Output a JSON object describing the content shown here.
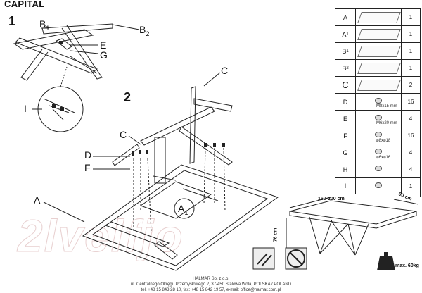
{
  "header": {
    "title": "CAPITAL"
  },
  "steps": {
    "step1": "1",
    "step2": "2"
  },
  "labels": {
    "b1": "B",
    "b1_sub": "1",
    "b2": "B",
    "b2_sub": "2",
    "e": "E",
    "g": "G",
    "i": "I",
    "c_top": "C",
    "c_mid": "C",
    "d": "D",
    "f": "F",
    "a": "A",
    "a1": "A",
    "a1_sub": "1"
  },
  "parts": [
    {
      "letter": "A",
      "sub": "",
      "qty": "1",
      "spec": ""
    },
    {
      "letter": "A",
      "sub": "1",
      "qty": "1",
      "spec": ""
    },
    {
      "letter": "B",
      "sub": "1",
      "qty": "1",
      "spec": ""
    },
    {
      "letter": "B",
      "sub": "2",
      "qty": "1",
      "spec": ""
    },
    {
      "letter": "C",
      "sub": "",
      "qty": "2",
      "spec": ""
    },
    {
      "letter": "D",
      "sub": "",
      "qty": "16",
      "spec": "M8x15 mm"
    },
    {
      "letter": "E",
      "sub": "",
      "qty": "4",
      "spec": "M6x20 mm"
    },
    {
      "letter": "F",
      "sub": "",
      "qty": "16",
      "spec": "⌀8x⌀18"
    },
    {
      "letter": "G",
      "sub": "",
      "qty": "4",
      "spec": "⌀6x⌀16"
    },
    {
      "letter": "H",
      "sub": "",
      "qty": "4",
      "spec": ""
    },
    {
      "letter": "I",
      "sub": "",
      "qty": "1",
      "spec": ""
    }
  ],
  "dimensions": {
    "length": "160-200 cm",
    "width": "90 cm",
    "height": "76 cm"
  },
  "weight": {
    "label": "max.",
    "value": "60",
    "unit": "kg"
  },
  "watermark": "2lvelfjo",
  "footer": {
    "company": "HALMAR Sp. z o.o.",
    "address": "ul. Centralnego Okręgu Przemysłowego 2, 37-450 Stalowa Wola, POLSKA / POLAND",
    "contact": "tel. +48 15 843 28 10, fax: +48 15 842 19 57, e-mail: office@halmar.com.pl"
  }
}
